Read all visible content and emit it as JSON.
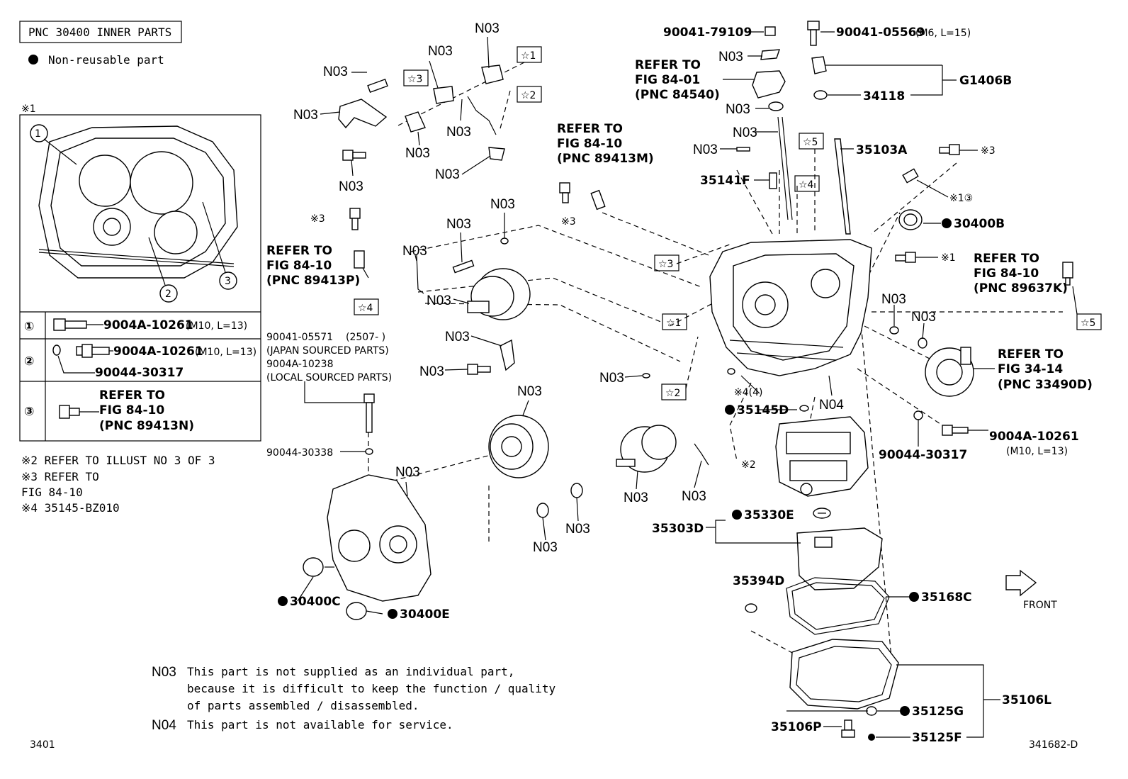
{
  "header": {
    "pnc_title": "PNC 30400 INNER PARTS",
    "legend_text": "Non-reusable part"
  },
  "inset": {
    "label": "※1",
    "rows": [
      {
        "num": "①",
        "part": "9004A-10261",
        "spec": "(M10, L=13)"
      },
      {
        "num": "②",
        "part": "9004A-10261",
        "spec": "(M10, L=13)",
        "washer": "90044-30317"
      },
      {
        "num": "③",
        "ref1": "REFER TO",
        "ref2": "FIG 84-10",
        "ref3": "(PNC 89413N)"
      }
    ]
  },
  "notes_left": [
    "※2 REFER TO ILLUST NO 3 OF 3",
    "※3 REFER TO",
    "    FIG 84-10",
    "※4 35145-BZ010"
  ],
  "callouts": {
    "p90041_79109": "90041-79109",
    "p90041_05569": "90041-05569",
    "p90041_05569_spec": "(M6, L=15)",
    "ref_84540_1": "REFER TO",
    "ref_84540_2": "FIG 84-01",
    "ref_84540_3": "(PNC 84540)",
    "g1406b": "G1406B",
    "p34118": "34118",
    "p35103a": "35103A",
    "p35141f": "35141F",
    "ref_89413m_1": "REFER TO",
    "ref_89413m_2": "FIG 84-10",
    "ref_89413m_3": "(PNC 89413M)",
    "ref_89413p_1": "REFER TO",
    "ref_89413p_2": "FIG 84-10",
    "ref_89413p_3": "(PNC 89413P)",
    "p30400b": "30400B",
    "ref_89637k_1": "REFER TO",
    "ref_89637k_2": "FIG 84-10",
    "ref_89637k_3": "(PNC 89637K)",
    "ref_33490d_1": "REFER TO",
    "ref_33490d_2": "FIG 34-14",
    "ref_33490d_3": "(PNC 33490D)",
    "p90041_05571": "90041-05571",
    "p90041_05571_spec": "(2507-      )",
    "japan": "(JAPAN SOURCED PARTS)",
    "p9004a_10238": "9004A-10238",
    "local": "(LOCAL SOURCED PARTS)",
    "p90044_30338": "90044-30338",
    "p35145d": "35145D",
    "x4_4": "※4(4)",
    "n04": "N04",
    "p90044_30317": "90044-30317",
    "p9004a_10261": "9004A-10261",
    "p9004a_10261_spec": "(M10, L=13)",
    "x2": "※2",
    "p35330e": "35330E",
    "p35303d": "35303D",
    "p35394d": "35394D",
    "p35168c": "35168C",
    "front": "FRONT",
    "p30400c": "30400C",
    "p30400e": "30400E",
    "p35106l": "35106L",
    "p35125g": "35125G",
    "p35106p": "35106P",
    "p35125f": "35125F",
    "x3_a": "※3",
    "x3_b": "※3",
    "x3_c": "※3",
    "x1_a": "※1",
    "x1_b": "※1③",
    "n03": "N03"
  },
  "star_tags": [
    "☆1",
    "☆2",
    "☆3",
    "☆4",
    "☆5"
  ],
  "footnotes": {
    "n03_code": "N03",
    "n03_line1": "This part is not supplied as an individual part,",
    "n03_line2": "because it is difficult to keep the function / quality",
    "n03_line3": "of parts assembled / disassembled.",
    "n04_code": "N04",
    "n04_line1": "This part is not available for service."
  },
  "page_codes": {
    "left": "3401",
    "right": "341682-D"
  }
}
